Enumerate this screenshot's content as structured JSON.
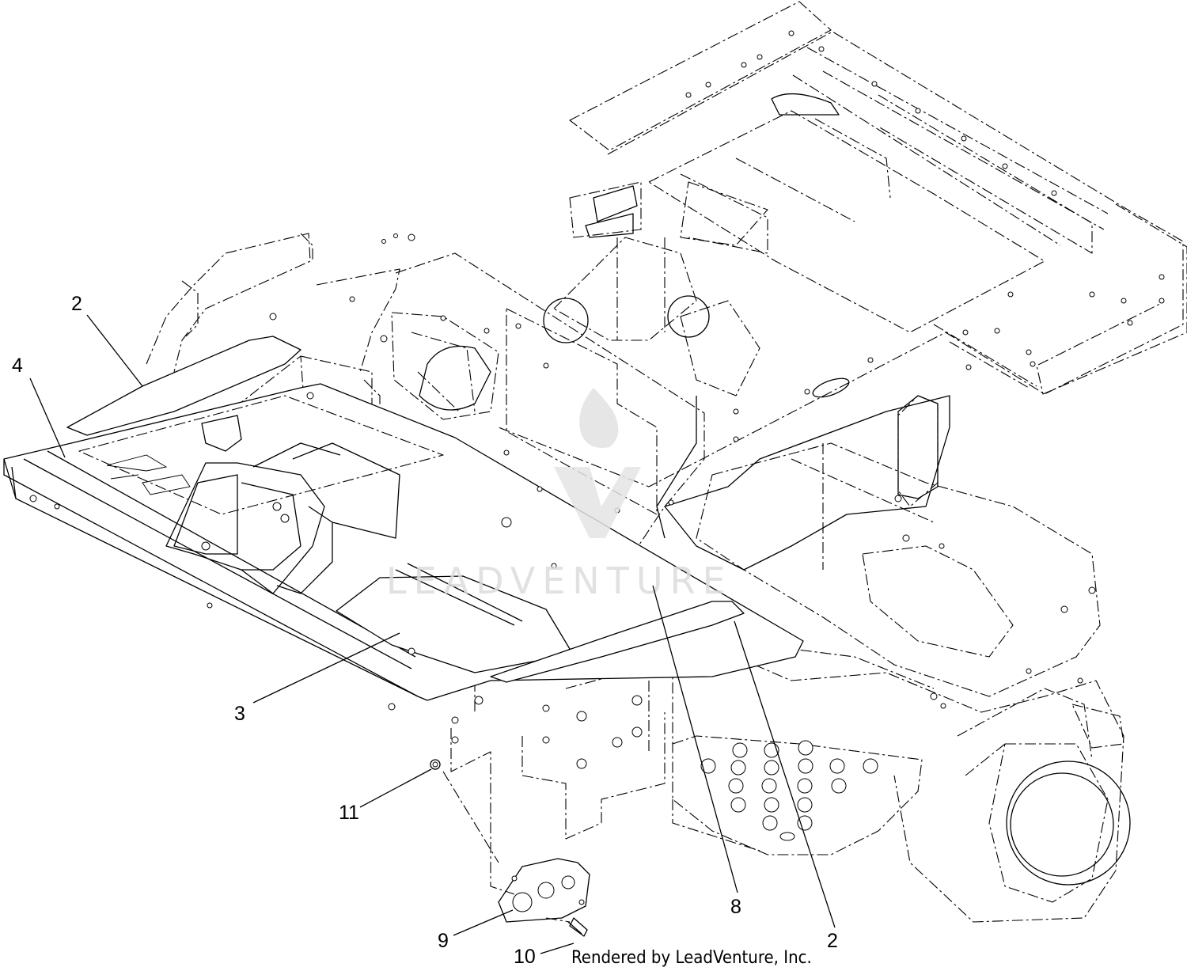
{
  "diagram": {
    "callouts": [
      {
        "id": "c2a",
        "label": "2"
      },
      {
        "id": "c4",
        "label": "4"
      },
      {
        "id": "c3",
        "label": "3"
      },
      {
        "id": "c11",
        "label": "11"
      },
      {
        "id": "c9",
        "label": "9"
      },
      {
        "id": "c10",
        "label": "10"
      },
      {
        "id": "c8",
        "label": "8"
      },
      {
        "id": "c2b",
        "label": "2"
      }
    ],
    "watermark": "LEADVENTURE",
    "credit": "Rendered by LeadVenture, Inc.",
    "colors": {
      "line": "#000000",
      "background": "#ffffff",
      "watermark": "#dcdcdc"
    },
    "icons": [
      "leadventure-logo-icon"
    ]
  }
}
